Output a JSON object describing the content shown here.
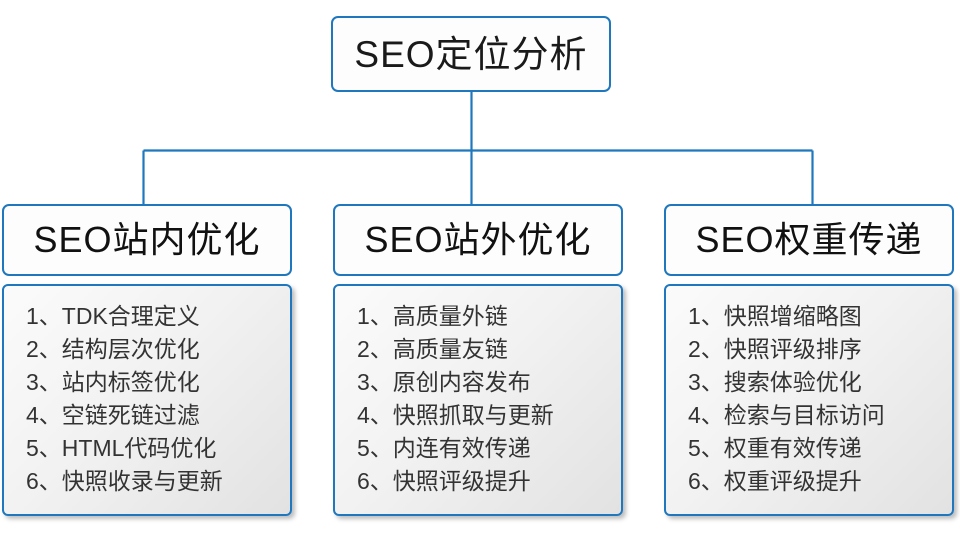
{
  "diagram": {
    "type": "org-tree",
    "root": {
      "title": "SEO定位分析"
    },
    "style": {
      "line_color": "#1f77bd",
      "box_border_color": "#1f77bd",
      "box_fill": "#fdfdfd",
      "panel_fill": "#ededed",
      "text_color": "#1a1a1a",
      "item_text_color": "#333333"
    },
    "branches": [
      {
        "header": "SEO站内优化",
        "items": [
          {
            "index": "1、",
            "text": "TDK合理定义"
          },
          {
            "index": "2、",
            "text": "结构层次优化"
          },
          {
            "index": "3、",
            "text": "站内标签优化"
          },
          {
            "index": "4、",
            "text": "空链死链过滤"
          },
          {
            "index": "5、",
            "text": "HTML代码优化"
          },
          {
            "index": "6、",
            "text": "快照收录与更新"
          }
        ]
      },
      {
        "header": "SEO站外优化",
        "items": [
          {
            "index": "1、",
            "text": "高质量外链"
          },
          {
            "index": "2、",
            "text": "高质量友链"
          },
          {
            "index": "3、",
            "text": "原创内容发布"
          },
          {
            "index": "4、",
            "text": "快照抓取与更新"
          },
          {
            "index": "5、",
            "text": "内连有效传递"
          },
          {
            "index": "6、",
            "text": "快照评级提升"
          }
        ]
      },
      {
        "header": "SEO权重传递",
        "items": [
          {
            "index": "1、",
            "text": "快照增缩略图"
          },
          {
            "index": "2、",
            "text": "快照评级排序"
          },
          {
            "index": "3、",
            "text": "搜索体验优化"
          },
          {
            "index": "4、",
            "text": "检索与目标访问"
          },
          {
            "index": "5、",
            "text": "权重有效传递"
          },
          {
            "index": "6、",
            "text": "权重评级提升"
          }
        ]
      }
    ]
  }
}
